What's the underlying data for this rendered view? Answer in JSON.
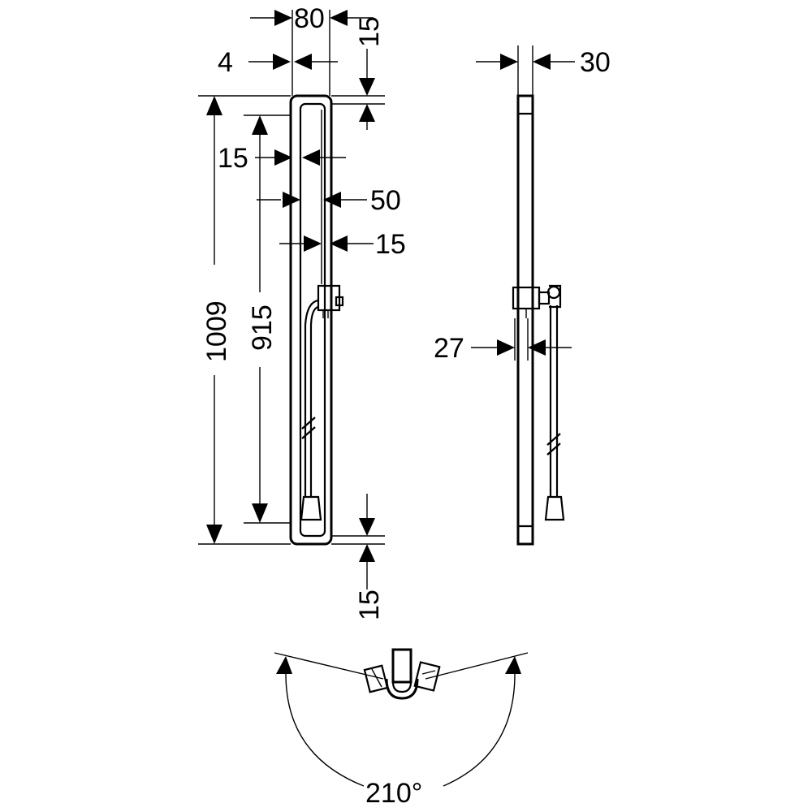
{
  "front_view": {
    "dimensions": {
      "width_80": "80",
      "wall_offset_4": "4",
      "top_offset_15": "15",
      "inner_margin_15": "15",
      "bar_width_50": "50",
      "slot_15": "15",
      "total_height_1009": "1009",
      "bar_height_915": "915",
      "bottom_offset_15": "15"
    }
  },
  "side_view": {
    "dimensions": {
      "depth_30": "30",
      "bar_depth_27": "27"
    }
  },
  "top_view": {
    "rotation_angle": "210°"
  }
}
